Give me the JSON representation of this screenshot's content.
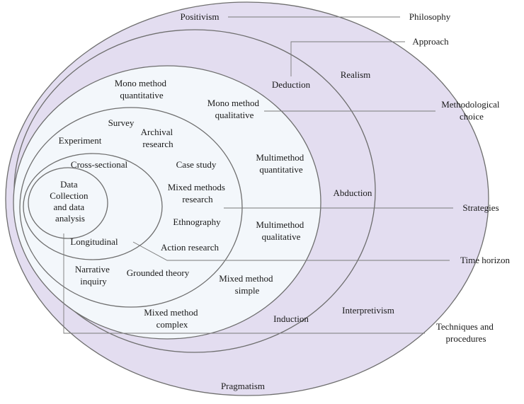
{
  "colors": {
    "outer_fill": "#e3ddf0",
    "inner_fill": "#f3f7fb",
    "ring_stroke": "#6e6e6e",
    "leader_stroke": "#7a7a7a"
  },
  "rings": {
    "philosophy": [
      "Positivism",
      "Realism",
      "Interpretivism",
      "Pragmatism"
    ],
    "approach": [
      "Deduction",
      "Abduction",
      "Induction"
    ],
    "methodological_choice": [
      [
        "Mono method",
        "quantitative"
      ],
      [
        "Mono method",
        "qualitative"
      ],
      [
        "Multimethod",
        "quantitative"
      ],
      [
        "Multimethod",
        "qualitative"
      ],
      [
        "Mixed method",
        "simple"
      ],
      [
        "Mixed method",
        "complex"
      ]
    ],
    "strategies": [
      [
        "Survey"
      ],
      [
        "Archival",
        "research"
      ],
      [
        "Experiment"
      ],
      [
        "Case study"
      ],
      [
        "Mixed methods",
        "research"
      ],
      [
        "Ethnography"
      ],
      [
        "Action research"
      ],
      [
        "Narrative",
        "inquiry"
      ],
      [
        "Grounded theory"
      ]
    ],
    "time_horizon": [
      "Cross-sectional",
      "Longitudinal"
    ],
    "core": [
      "Data",
      "Collection",
      "and data",
      "analysis"
    ]
  },
  "layers": [
    [
      "Philosophy"
    ],
    [
      "Approach"
    ],
    [
      "Methodological",
      "choice"
    ],
    [
      "Strategies"
    ],
    [
      "Time horizon"
    ],
    [
      "Techniques and",
      "procedures"
    ]
  ]
}
